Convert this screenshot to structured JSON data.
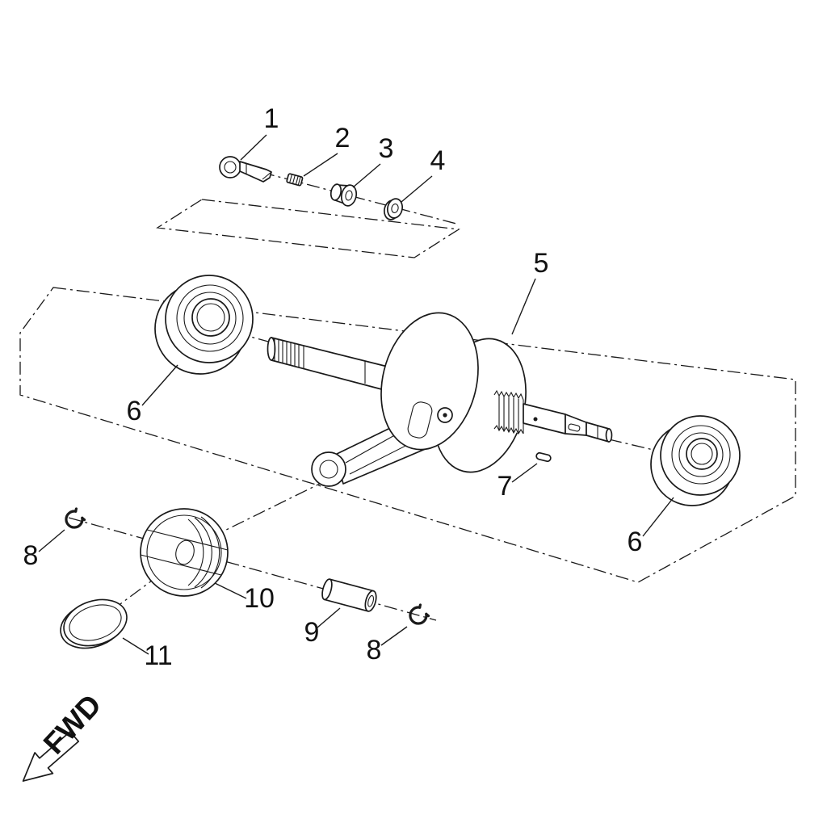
{
  "page": {
    "background": "#ffffff",
    "line_color": "#1a1a1a"
  },
  "callouts": [
    {
      "id": "part-1",
      "label": "1"
    },
    {
      "id": "part-2",
      "label": "2"
    },
    {
      "id": "part-3",
      "label": "3"
    },
    {
      "id": "part-4",
      "label": "4"
    },
    {
      "id": "part-5",
      "label": "5"
    },
    {
      "id": "part-6-left",
      "label": "6"
    },
    {
      "id": "part-6-right",
      "label": "6"
    },
    {
      "id": "part-7",
      "label": "7"
    },
    {
      "id": "part-8-left",
      "label": "8"
    },
    {
      "id": "part-8-right",
      "label": "8"
    },
    {
      "id": "part-9",
      "label": "9"
    },
    {
      "id": "part-10",
      "label": "10"
    },
    {
      "id": "part-11",
      "label": "11"
    }
  ],
  "direction_indicator": {
    "label": "FWD"
  }
}
